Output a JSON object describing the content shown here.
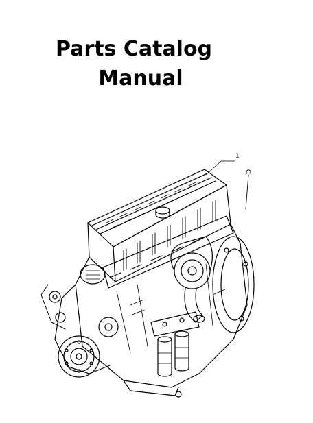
{
  "document": {
    "title_line1": "Parts Catalog",
    "title_line2": "Manual",
    "callout_label": "1"
  },
  "figure": {
    "subject": "engine-illustration",
    "line_color": "#000000",
    "background": "#ffffff"
  }
}
